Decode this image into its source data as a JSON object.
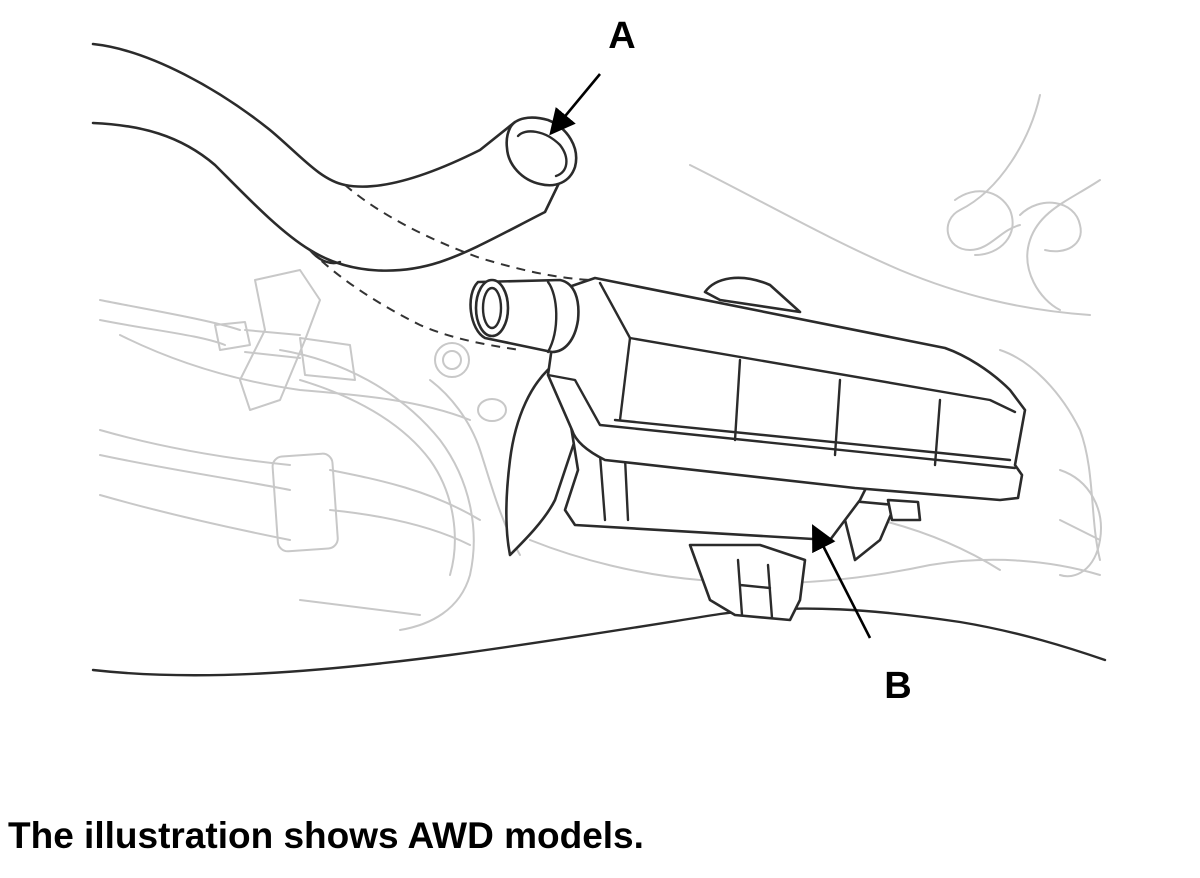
{
  "figure": {
    "callouts": [
      {
        "id": "A",
        "label": "A"
      },
      {
        "id": "B",
        "label": "B"
      }
    ]
  },
  "caption": "The illustration shows AWD models."
}
